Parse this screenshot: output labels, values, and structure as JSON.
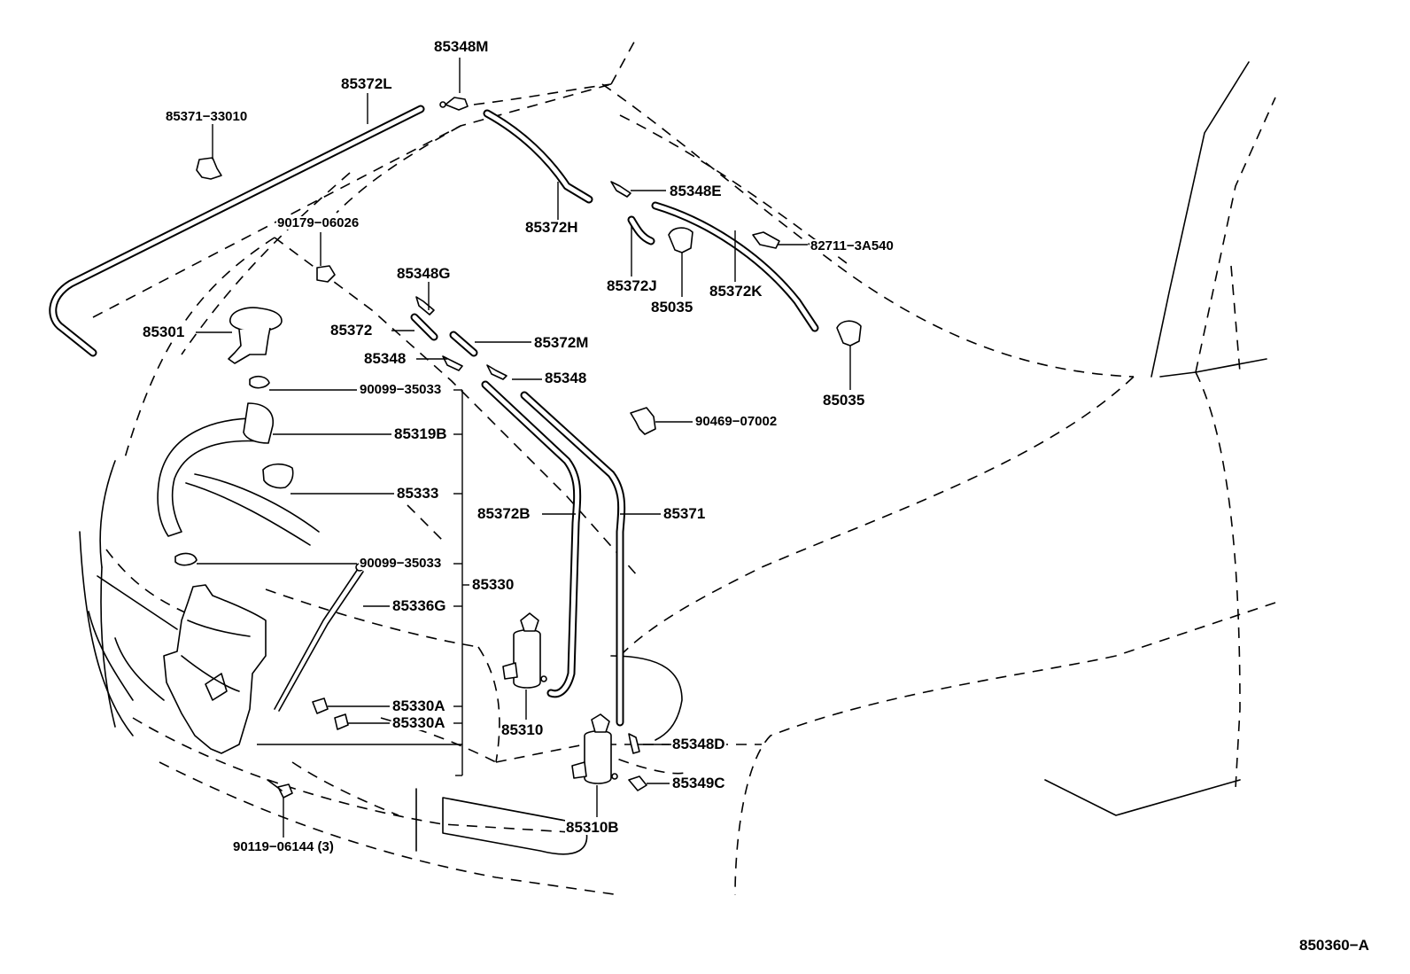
{
  "labels": {
    "p85348M": "85348M",
    "p85372L": "85372L",
    "p85371_33010": "85371−33010",
    "p90179_06026": "90179−06026",
    "p85348G": "85348G",
    "p85301": "85301",
    "p85372": "85372",
    "p85372M": "85372M",
    "p85348a": "85348",
    "p85348b": "85348",
    "p90099_35033a": "90099−35033",
    "p85319B": "85319B",
    "p85333": "85333",
    "p90099_35033b": "90099−35033",
    "p85330": "85330",
    "p85336G": "85336G",
    "p85330A1": "85330A",
    "p85330A2": "85330A",
    "p85310": "85310",
    "p90119_06144": "90119−06144 (3)",
    "p85310B": "85310B",
    "p85372H": "85372H",
    "p85348E": "85348E",
    "p82711_3A540": "82711−3A540",
    "p85372J": "85372J",
    "p85372K": "85372K",
    "p85035a": "85035",
    "p85035b": "85035",
    "p90469_07002": "90469−07002",
    "p85372B": "85372B",
    "p85371": "85371",
    "p85348D": "85348D",
    "p85349C": "85349C"
  },
  "diagram_code": "850360−A"
}
